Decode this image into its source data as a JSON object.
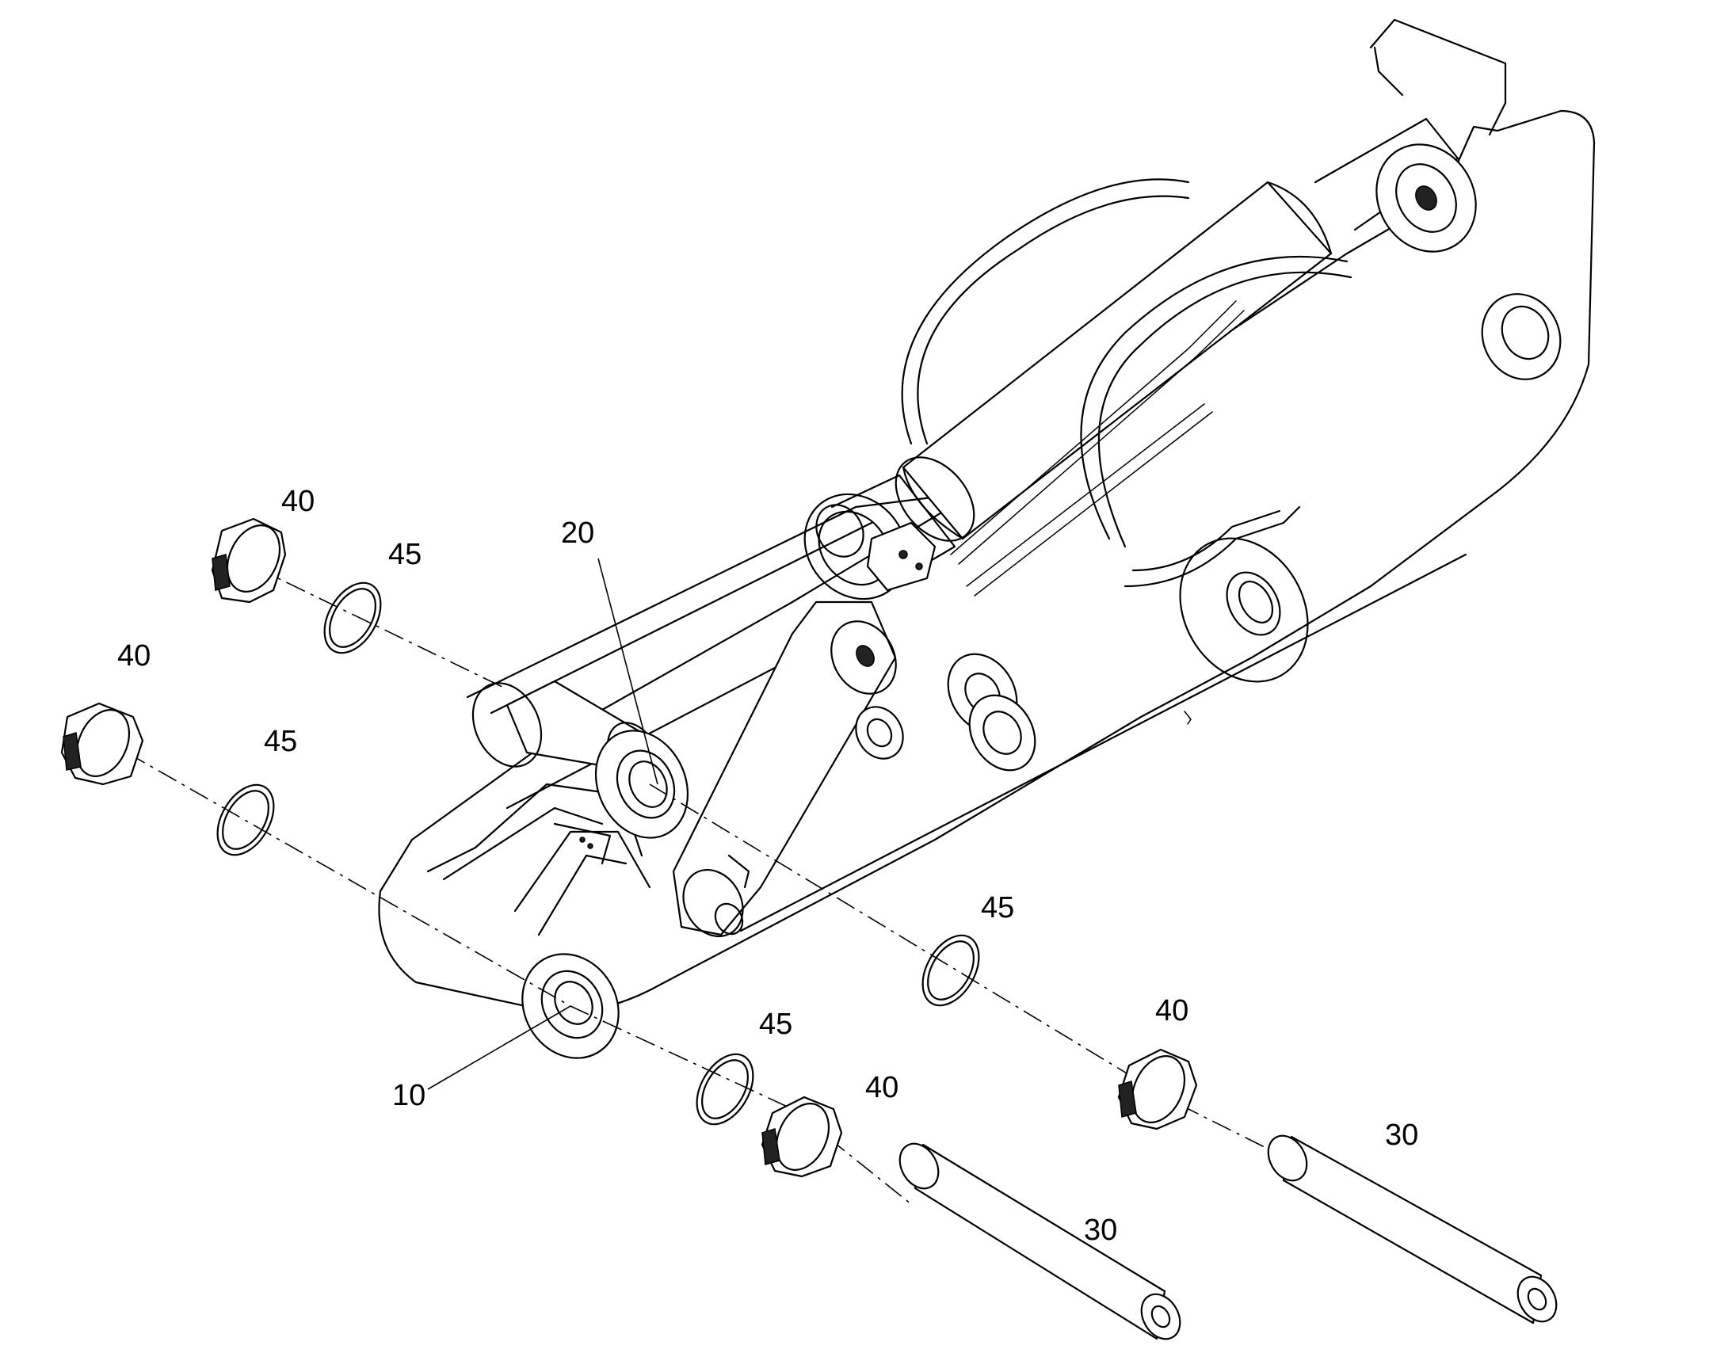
{
  "callouts": {
    "c10": "10",
    "c20": "20",
    "c30a": "30",
    "c30b": "30",
    "c40a": "40",
    "c40b": "40",
    "c40c": "40",
    "c40d": "40",
    "c45a": "45",
    "c45b": "45",
    "c45c": "45",
    "c45d": "45"
  },
  "colors": {
    "stroke": "#000000",
    "background": "#ffffff"
  }
}
